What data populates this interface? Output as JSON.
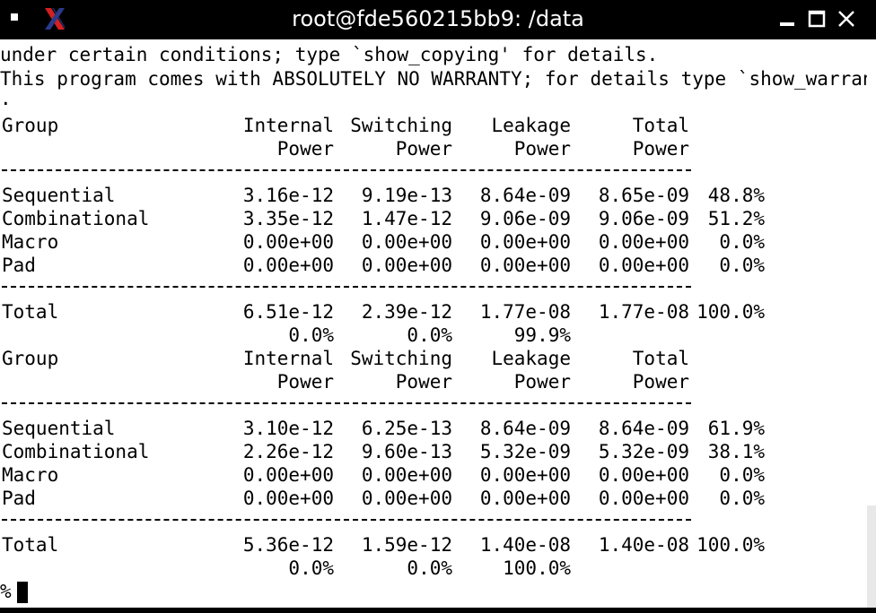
{
  "window": {
    "title": "root@fde560215bb9: /data"
  },
  "terminal": {
    "preamble": [
      "under certain conditions; type `show_copying' for details.",
      "This program comes with ABSOLUTELY NO WARRANTY; for details type `show_warranty'",
      "."
    ],
    "header": {
      "group": "Group",
      "col1_top": "Internal",
      "col2_top": "Switching",
      "col3_top": "Leakage",
      "col4_top": "Total",
      "col_bottom": "Power"
    },
    "reports": [
      {
        "rows": [
          {
            "group": "Sequential",
            "internal": "3.16e-12",
            "switching": "9.19e-13",
            "leakage": "8.64e-09",
            "total": "8.65e-09",
            "pct": "48.8%"
          },
          {
            "group": "Combinational",
            "internal": "3.35e-12",
            "switching": "1.47e-12",
            "leakage": "9.06e-09",
            "total": "9.06e-09",
            "pct": "51.2%"
          },
          {
            "group": "Macro",
            "internal": "0.00e+00",
            "switching": "0.00e+00",
            "leakage": "0.00e+00",
            "total": "0.00e+00",
            "pct": "0.0%"
          },
          {
            "group": "Pad",
            "internal": "0.00e+00",
            "switching": "0.00e+00",
            "leakage": "0.00e+00",
            "total": "0.00e+00",
            "pct": "0.0%"
          }
        ],
        "total": {
          "group": "Total",
          "internal": "6.51e-12",
          "switching": "2.39e-12",
          "leakage": "1.77e-08",
          "total": "1.77e-08",
          "pct": "100.0%"
        },
        "total_pct": {
          "internal": "0.0%",
          "switching": "0.0%",
          "leakage": "99.9%"
        }
      },
      {
        "rows": [
          {
            "group": "Sequential",
            "internal": "3.10e-12",
            "switching": "6.25e-13",
            "leakage": "8.64e-09",
            "total": "8.64e-09",
            "pct": "61.9%"
          },
          {
            "group": "Combinational",
            "internal": "2.26e-12",
            "switching": "9.60e-13",
            "leakage": "5.32e-09",
            "total": "5.32e-09",
            "pct": "38.1%"
          },
          {
            "group": "Macro",
            "internal": "0.00e+00",
            "switching": "0.00e+00",
            "leakage": "0.00e+00",
            "total": "0.00e+00",
            "pct": "0.0%"
          },
          {
            "group": "Pad",
            "internal": "0.00e+00",
            "switching": "0.00e+00",
            "leakage": "0.00e+00",
            "total": "0.00e+00",
            "pct": "0.0%"
          }
        ],
        "total": {
          "group": "Total",
          "internal": "5.36e-12",
          "switching": "1.59e-12",
          "leakage": "1.40e-08",
          "total": "1.40e-08",
          "pct": "100.0%"
        },
        "total_pct": {
          "internal": "0.0%",
          "switching": "0.0%",
          "leakage": "100.0%"
        }
      }
    ],
    "prompt": "%"
  },
  "colors": {
    "titlebar_bg": "#000000",
    "terminal_bg": "#ffffff",
    "text": "#000000",
    "x_icon_red": "#d42020",
    "x_icon_blue": "#2a3a8a"
  }
}
